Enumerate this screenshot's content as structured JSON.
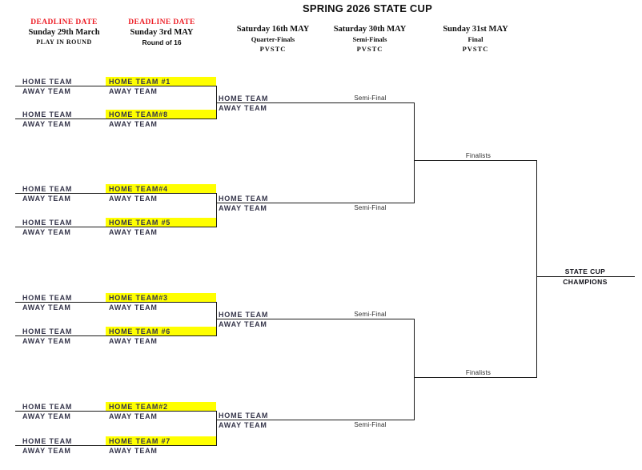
{
  "title": "SPRING 2026 STATE CUP",
  "colors": {
    "highlight_yellow": "#FFFF00",
    "deadline_red": "#ED1C24",
    "line_black": "#1A1A1A",
    "team_text": "#35354A"
  },
  "round_headers": [
    {
      "deadline": "DEADLINE DATE",
      "date": "Sunday 29th March",
      "round": "PLAY IN ROUND"
    },
    {
      "deadline": "DEADLINE DATE",
      "date": "Sunday 3rd MAY",
      "round": "Round of 16"
    },
    {
      "date": "Saturday 16th MAY",
      "round": "Quarter-Finals",
      "venue": "PVSTC"
    },
    {
      "date": "Saturday 30th MAY",
      "round": "Semi-Finals",
      "venue": "PVSTC"
    },
    {
      "date": "Sunday 31st MAY",
      "round": "Final",
      "venue": "PVSTC"
    }
  ],
  "matches": [
    {
      "playin": {
        "home": "HOME TEAM",
        "away": "AWAY TEAM"
      },
      "r16": {
        "home": "HOME TEAM #1",
        "away": "AWAY TEAM",
        "highlighted": true
      }
    },
    {
      "playin": {
        "home": "HOME TEAM",
        "away": "AWAY TEAM"
      },
      "r16": {
        "home": "HOME TEAM#8",
        "away": "AWAY TEAM",
        "highlighted": true
      }
    },
    {
      "playin": {
        "home": "HOME TEAM",
        "away": "AWAY TEAM"
      },
      "r16": {
        "home": "HOME TEAM#4",
        "away": "AWAY TEAM",
        "highlighted": true
      }
    },
    {
      "playin": {
        "home": "HOME TEAM",
        "away": "AWAY TEAM"
      },
      "r16": {
        "home": "HOME TEAM #5",
        "away": "AWAY TEAM",
        "highlighted": true
      }
    },
    {
      "playin": {
        "home": "HOME TEAM",
        "away": "AWAY TEAM"
      },
      "r16": {
        "home": "HOME TEAM#3",
        "away": "AWAY TEAM",
        "highlighted": true
      }
    },
    {
      "playin": {
        "home": "HOME TEAM",
        "away": "AWAY TEAM"
      },
      "r16": {
        "home": "HOME TEAM #6",
        "away": "AWAY TEAM",
        "highlighted": true
      }
    },
    {
      "playin": {
        "home": "HOME TEAM",
        "away": "AWAY TEAM"
      },
      "r16": {
        "home": "HOME TEAM#2",
        "away": "AWAY TEAM",
        "highlighted": true
      }
    },
    {
      "playin": {
        "home": "HOME TEAM",
        "away": "AWAY TEAM"
      },
      "r16": {
        "home": "HOME TEAM #7",
        "away": "AWAY TEAM",
        "highlighted": true
      }
    }
  ],
  "quarter_finals": [
    {
      "home": "HOME TEAM",
      "away": "AWAY TEAM",
      "label": "Semi-Final"
    },
    {
      "home": "HOME TEAM",
      "away": "AWAY TEAM",
      "label": "Semi-Final"
    },
    {
      "home": "HOME TEAM",
      "away": "AWAY TEAM",
      "label": "Semi-Final"
    },
    {
      "home": "HOME TEAM",
      "away": "AWAY TEAM",
      "label": "Semi-Final"
    }
  ],
  "final": {
    "finalists_label": "Finalists",
    "champion_label_top": "STATE CUP",
    "champion_label_bottom": "CHAMPIONS"
  }
}
